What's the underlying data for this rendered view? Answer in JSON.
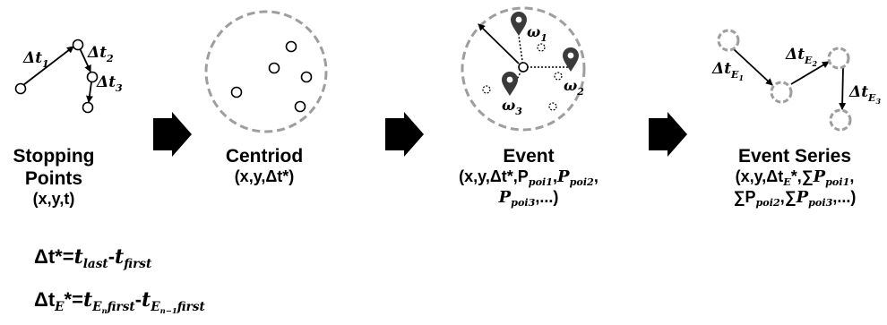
{
  "stages": [
    {
      "title": "Stopping",
      "title2": "Points",
      "subtitle": "(x,y,t)"
    },
    {
      "title": "Centriod",
      "subtitle": "(x,y,Δt*)"
    },
    {
      "title": "Event",
      "subtitle_line1": "(x,y,Δt*,P",
      "subtitle_line2": "P"
    },
    {
      "title": "Event Series",
      "subtitle_line1": "(x,y,Δt",
      "subtitle_line2": "∑P"
    }
  ],
  "annotations": {
    "dt1": "Δt",
    "dt1_sub": "1",
    "dt2": "Δt",
    "dt2_sub": "2",
    "dt3": "Δt",
    "dt3_sub": "3",
    "w1": "ω",
    "w1_sub": "1",
    "w2": "ω",
    "w2_sub": "2",
    "w3": "ω",
    "w3_sub": "3",
    "de1": "Δt",
    "de1_sub": "E",
    "de1_sub2": "1",
    "de2": "Δt",
    "de2_sub": "E",
    "de2_sub2": "2",
    "de3": "Δt",
    "de3_sub": "E",
    "de3_sub2": "3"
  },
  "formulas": {
    "f1_lhs": "Δt*=",
    "f1_t1": "t",
    "f1_t1_sub": "last",
    "f1_dash": "-",
    "f1_t2": "t",
    "f1_t2_sub": "first",
    "f2_lhs": "Δt",
    "f2_lhs_sub": "E",
    "f2_eq": "*=",
    "f2_t1": "t",
    "f2_t1_sub": "E",
    "f2_t1_subsub": "n",
    "f2_t1_tail": "first",
    "f2_dash": "-",
    "f2_t2": "t",
    "f2_t2_sub": "E",
    "f2_t2_subsub": "n−1",
    "f2_t2_tail": "first"
  },
  "colors": {
    "dashed_circle": "#9e9e9e",
    "arrow_block": "#000000",
    "lines": "#000000"
  }
}
